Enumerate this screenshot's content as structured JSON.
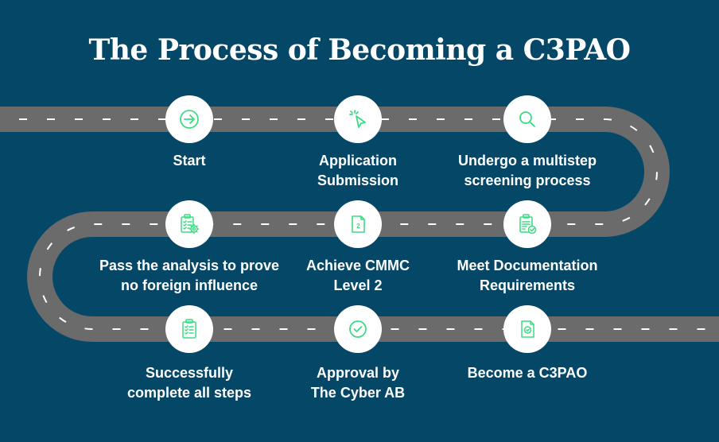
{
  "title": "The Process of Becoming a C3PAO",
  "colors": {
    "background": "#044767",
    "road": "#6b6b6b",
    "lane_marking": "#ffffff",
    "icon_accent": "#3ddc84",
    "node_fill": "#ffffff",
    "text": "#ffffff"
  },
  "steps": [
    {
      "order": 1,
      "icon": "arrow-right-circle-icon",
      "label_lines": [
        "Start"
      ]
    },
    {
      "order": 2,
      "icon": "cursor-click-icon",
      "label_lines": [
        "Application",
        "Submission"
      ]
    },
    {
      "order": 3,
      "icon": "search-icon",
      "label_lines": [
        "Undergo a multistep",
        "screening process"
      ]
    },
    {
      "order": 4,
      "icon": "clipboard-check-icon",
      "label_lines": [
        "Meet Documentation",
        "Requirements"
      ]
    },
    {
      "order": 5,
      "icon": "document-level-2-icon",
      "icon_text": "2",
      "label_lines": [
        "Achieve CMMC",
        "Level 2"
      ]
    },
    {
      "order": 6,
      "icon": "checklist-gear-icon",
      "label_lines": [
        "Pass the analysis to prove",
        "no foreign influence"
      ]
    },
    {
      "order": 7,
      "icon": "checklist-icon",
      "label_lines": [
        "Successfully",
        "complete all steps"
      ]
    },
    {
      "order": 8,
      "icon": "check-circle-icon",
      "label_lines": [
        "Approval by",
        "The Cyber AB"
      ]
    },
    {
      "order": 9,
      "icon": "document-check-icon",
      "label_lines": [
        "Become a C3PAO"
      ]
    }
  ]
}
